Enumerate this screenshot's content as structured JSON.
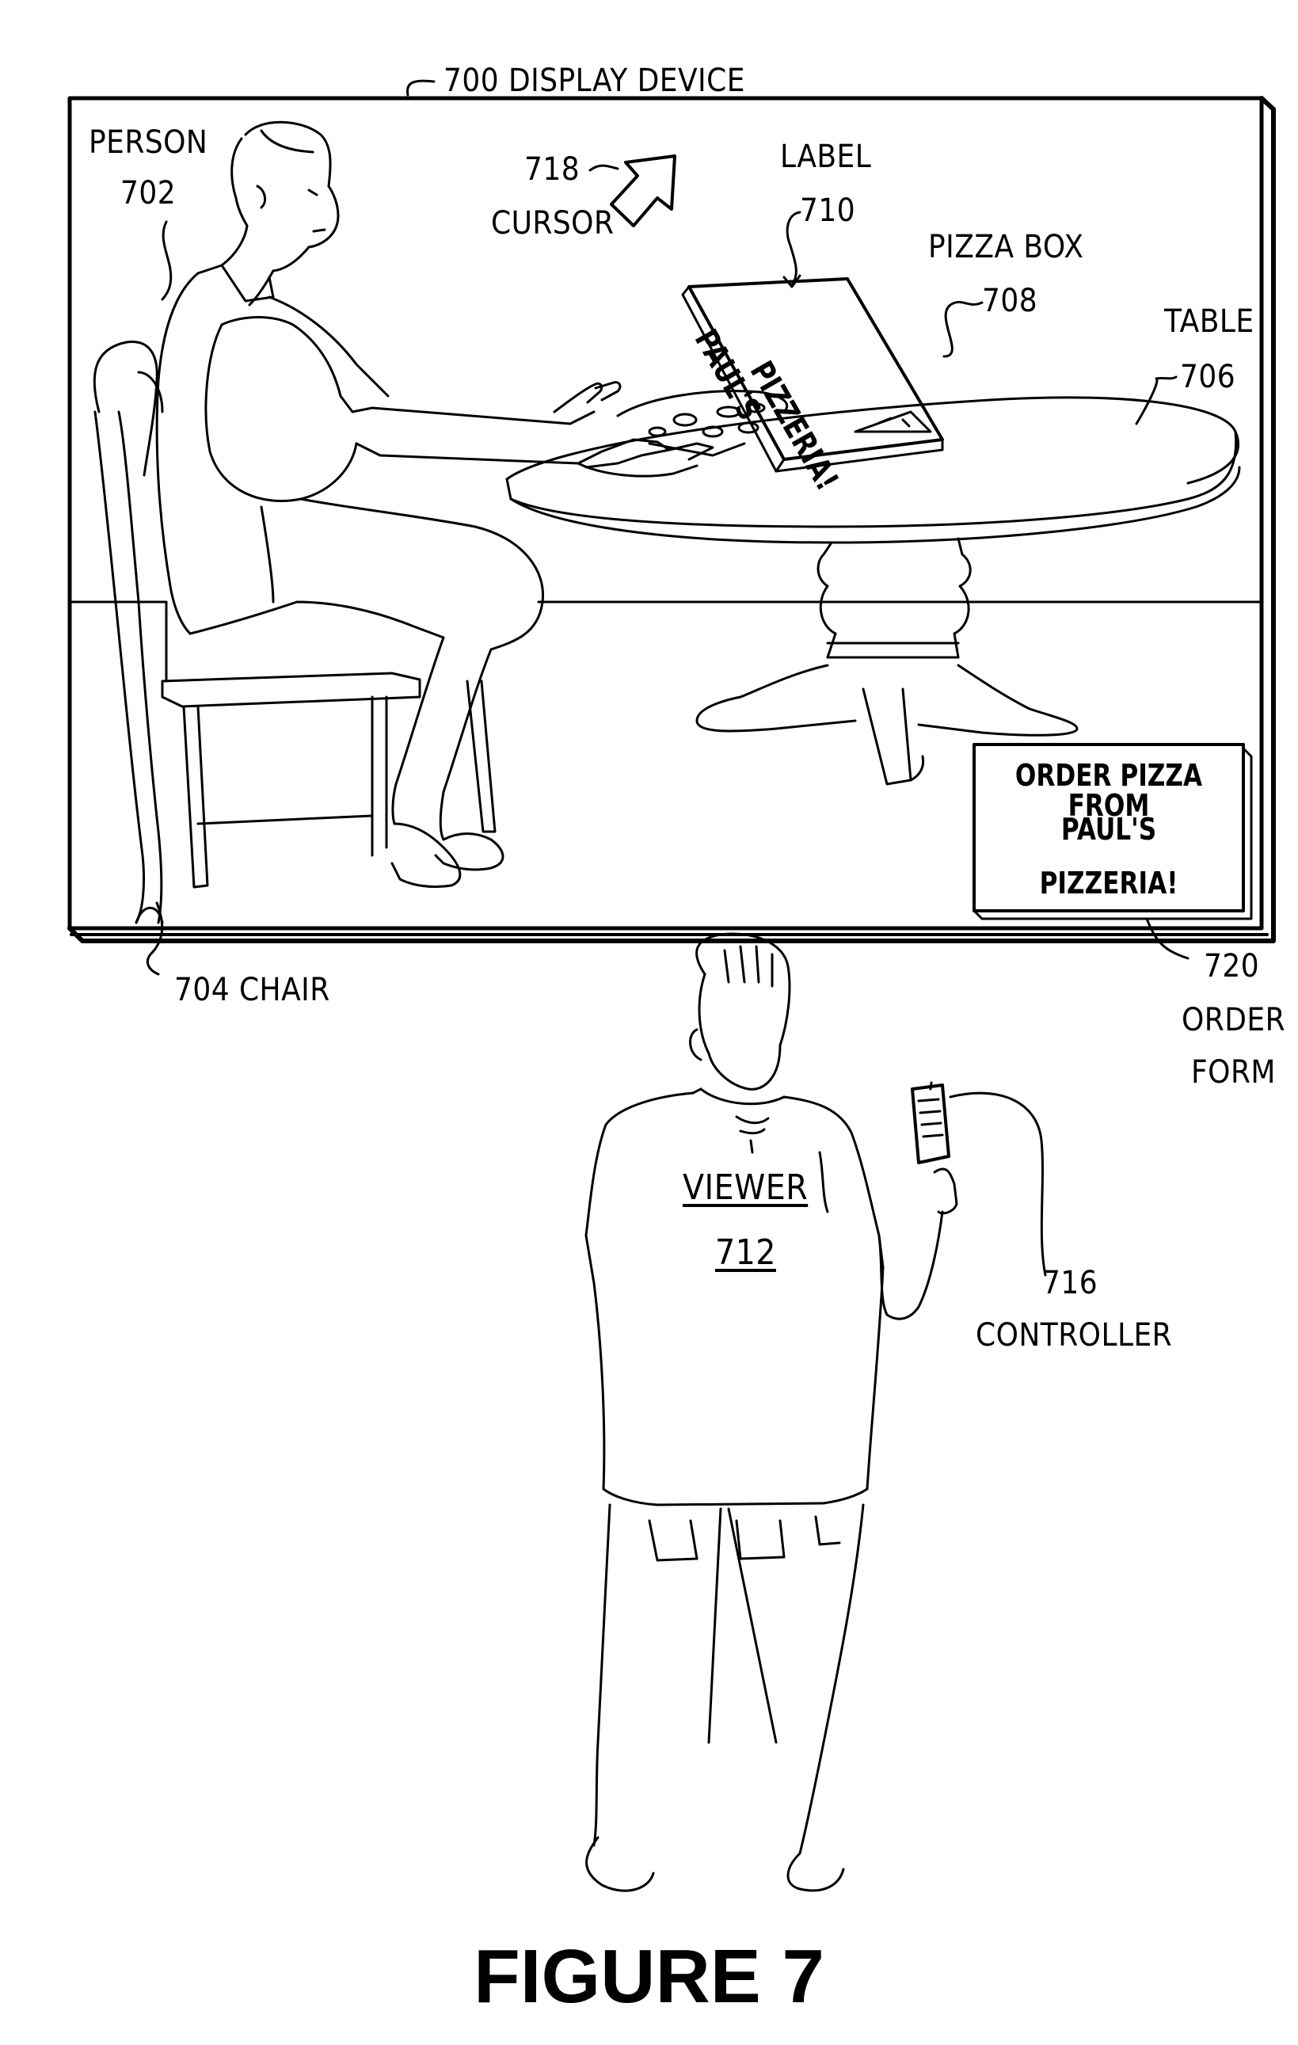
{
  "labels": {
    "display_device": "700 DISPLAY DEVICE",
    "person_name": "PERSON",
    "person_num": "702",
    "cursor_num": "718",
    "cursor_name": "CURSOR",
    "label_name": "LABEL",
    "label_num": "710",
    "pizza_box_name": "PIZZA BOX",
    "pizza_box_num": "708",
    "table_name": "TABLE",
    "table_num": "706",
    "chair": "704 CHAIR",
    "order_form_num": "720",
    "order_form_name1": "ORDER",
    "order_form_name2": "FORM",
    "viewer_name": "VIEWER",
    "viewer_num": "712",
    "controller_num": "716",
    "controller_name": "CONTROLLER"
  },
  "pizza_box_text": {
    "line1": "PAUL'S",
    "line2": "PIZZERIA!"
  },
  "order_form_text": {
    "line1": "ORDER PIZZA FROM",
    "line2": "PAUL'S",
    "line3": "PIZZERIA!"
  },
  "figure_caption": "FIGURE 7"
}
